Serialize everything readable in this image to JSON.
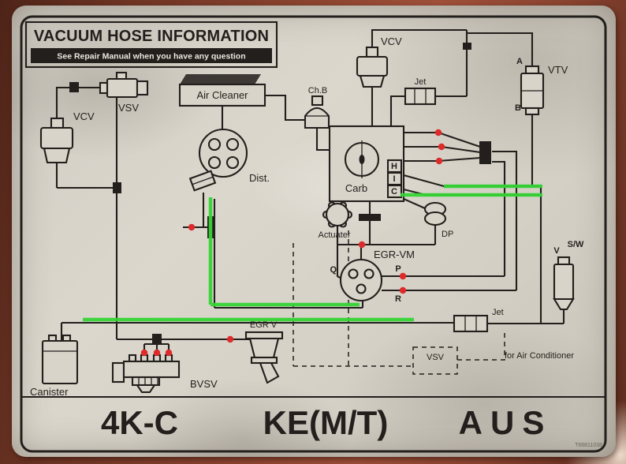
{
  "header": {
    "title": "VACUUM HOSE INFORMATION",
    "subtitle": "See Repair Manual when you have any question"
  },
  "labels": {
    "vcv_left": "VCV",
    "vsv_top": "VSV",
    "air_cleaner": "Air Cleaner",
    "dist": "Dist.",
    "ch_b": "Ch.B",
    "vcv_center": "VCV",
    "jet_top": "Jet",
    "port_a": "A",
    "vtv": "VTV",
    "port_b": "B",
    "carb": "Carb",
    "hic_h": "H",
    "hic_i": "I",
    "hic_c": "C",
    "dp": "DP",
    "actuator": "Actuater",
    "egr_vm": "EGR-VM",
    "port_q": "Q",
    "port_p": "P",
    "port_r": "R",
    "valve_v": "V",
    "valve_sw": "S/W",
    "jet_right": "Jet",
    "for_air_conditioner": "for Air Conditioner",
    "egr_v": "EGR V",
    "vsv_bottom": "VSV",
    "bvsv": "BVSV",
    "canister": "Canister"
  },
  "footer": {
    "engine": "4K-C",
    "model": "KE(M/T)",
    "market": "AUS",
    "part_number": "T66811038"
  },
  "colors": {
    "highlight_green": "#35d435",
    "marker_red": "#dd2b2b",
    "ink": "#221f1c",
    "paper": "#d8d4ca"
  }
}
